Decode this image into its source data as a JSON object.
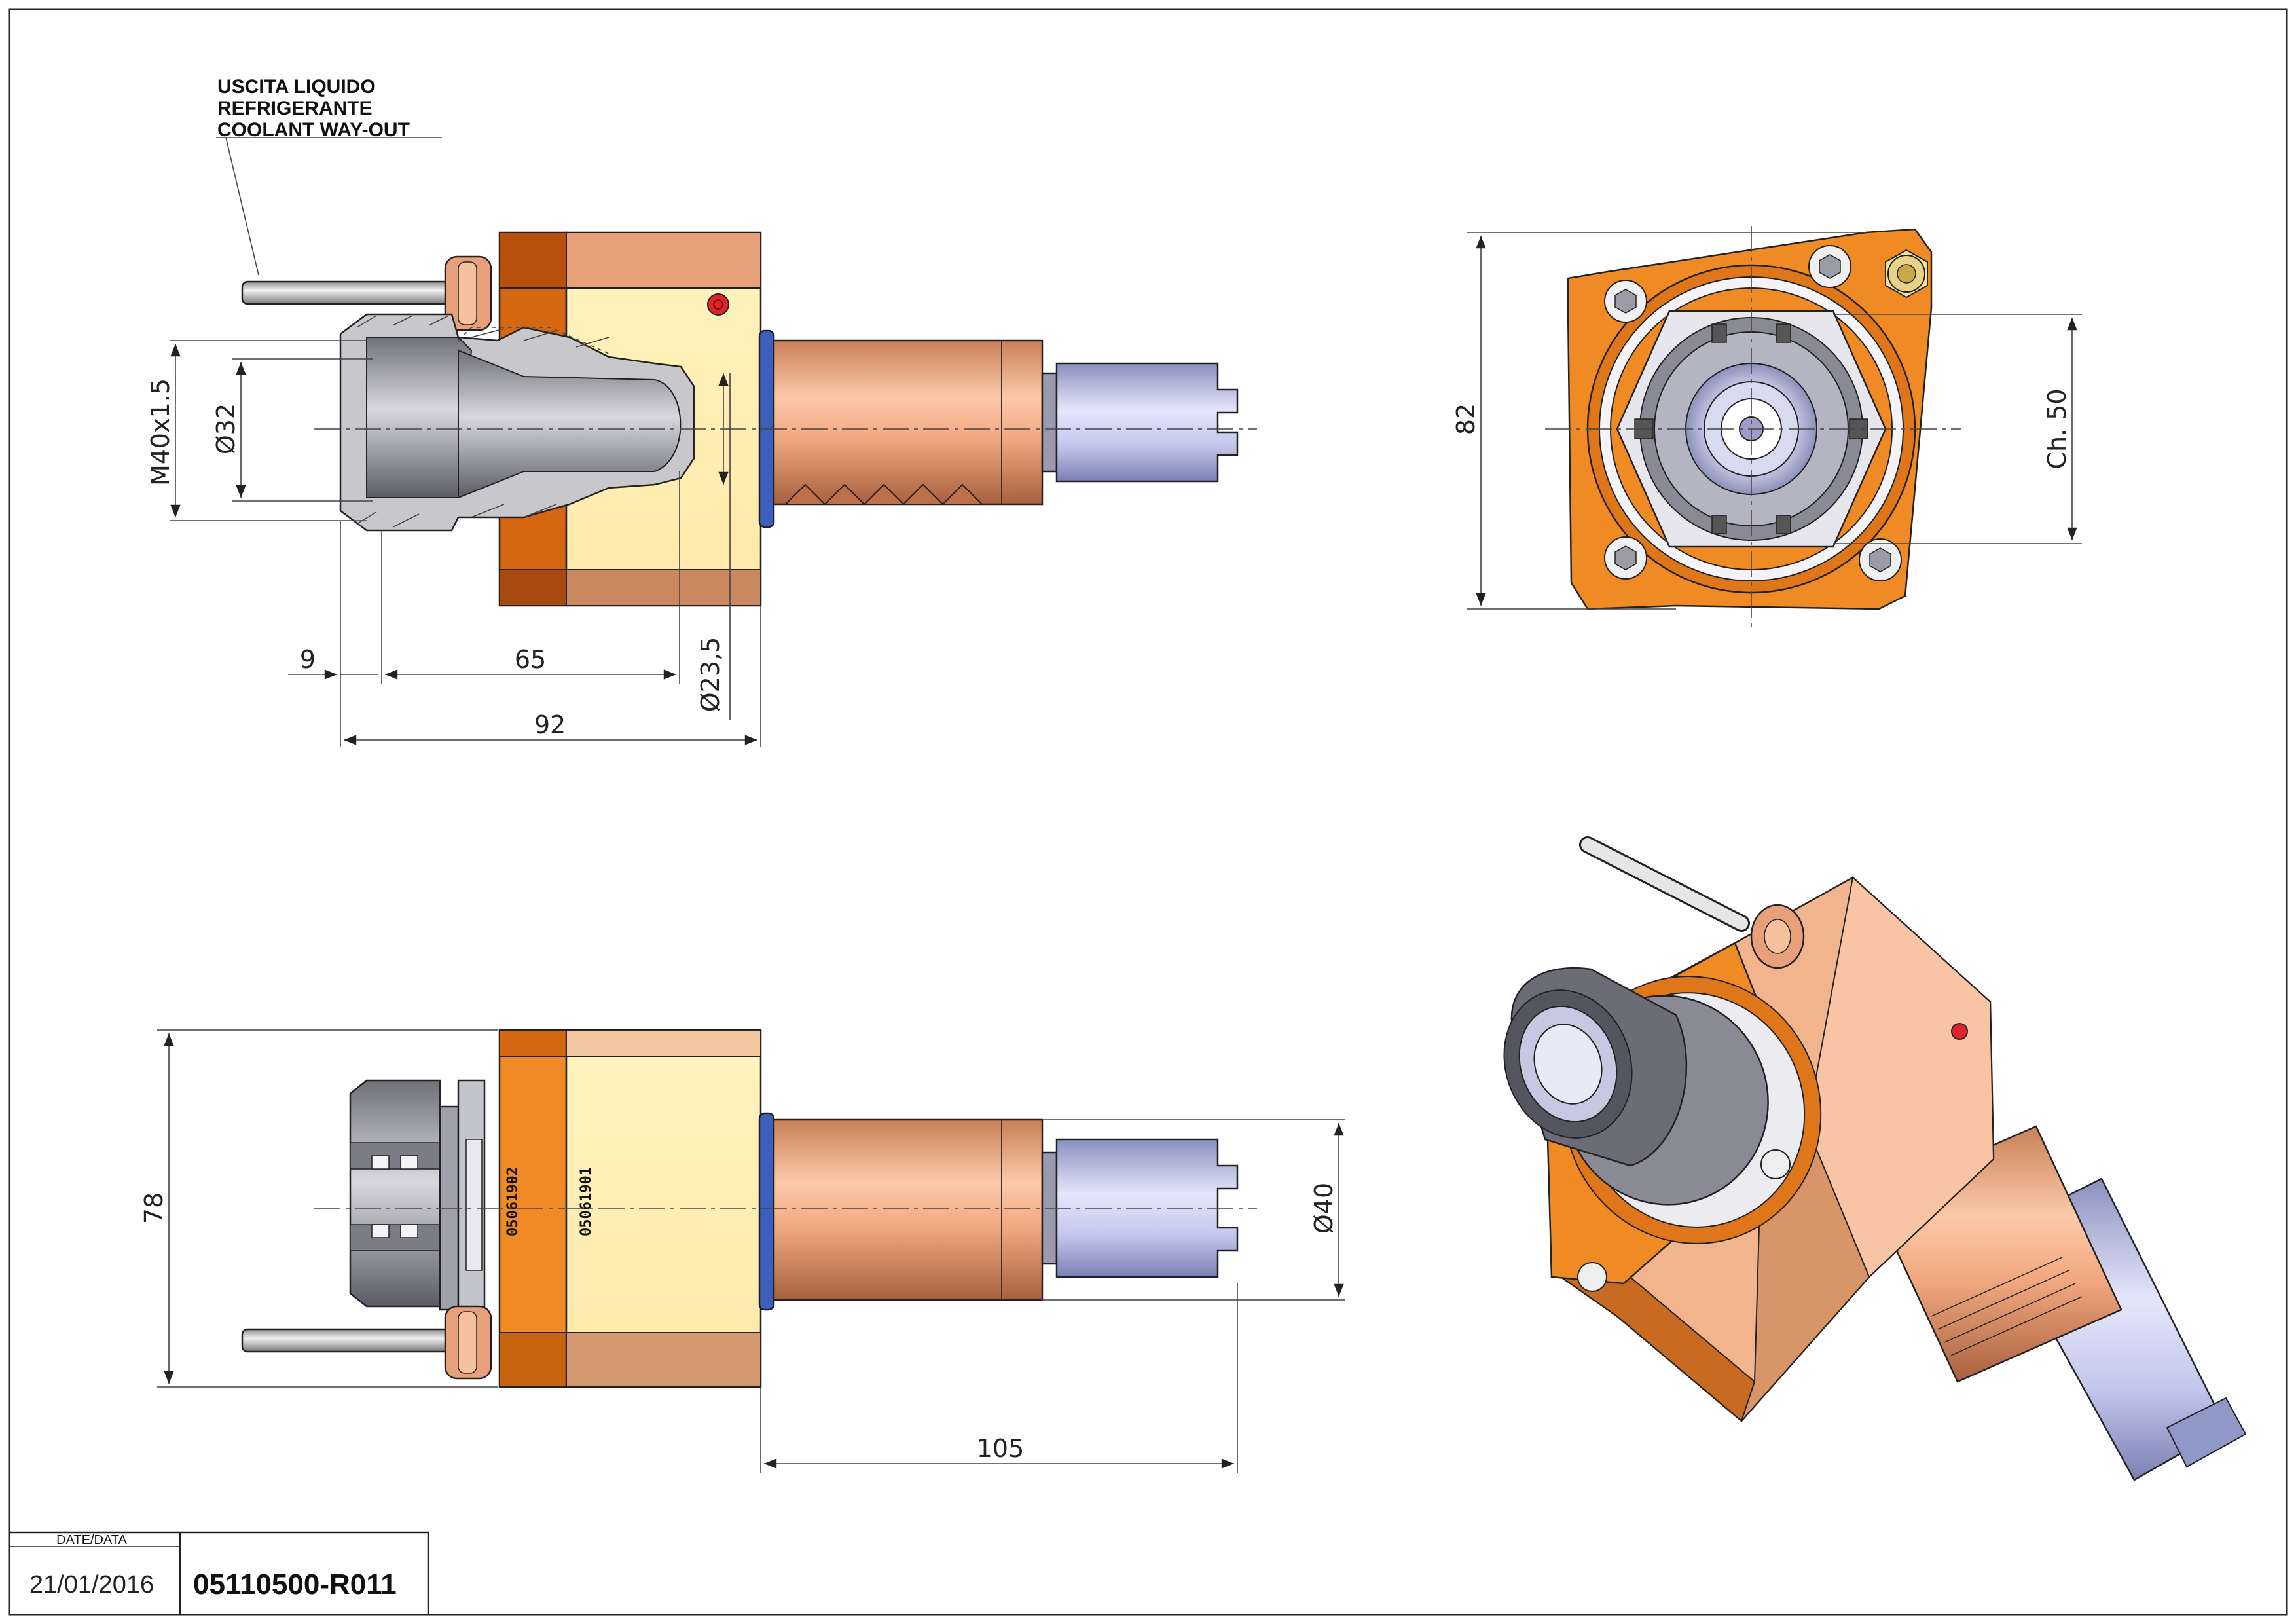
{
  "coolant_note": {
    "line1": "USCITA LIQUIDO",
    "line2": "REFRIGERANTE",
    "line3": "COOLANT WAY-OUT"
  },
  "front_view_dims": {
    "thread": "M40x1.5",
    "collet_dia": "Ø32",
    "offset_9": "9",
    "length_65": "65",
    "bore_dia": "Ø23,5",
    "length_92": "92"
  },
  "end_view_dims": {
    "height_82": "82",
    "wrench_size": "Ch. 50"
  },
  "side_view_dims": {
    "height_78": "78",
    "shank_dia": "Ø40",
    "length_105": "105"
  },
  "serial_numbers": {
    "first": "05061902",
    "second": "05061901"
  },
  "title_block": {
    "date_label": "DATE/DATA",
    "date_value": "21/01/2016",
    "drawing_code": "05110500-R011"
  },
  "colors": {
    "orange": "#F08A24",
    "dark_orange": "#D56612",
    "cream": "#FFF5C8",
    "copper": "#E8A07A",
    "steel_blue": "#B8BEE6",
    "dark_steel": "#6C6C78"
  }
}
